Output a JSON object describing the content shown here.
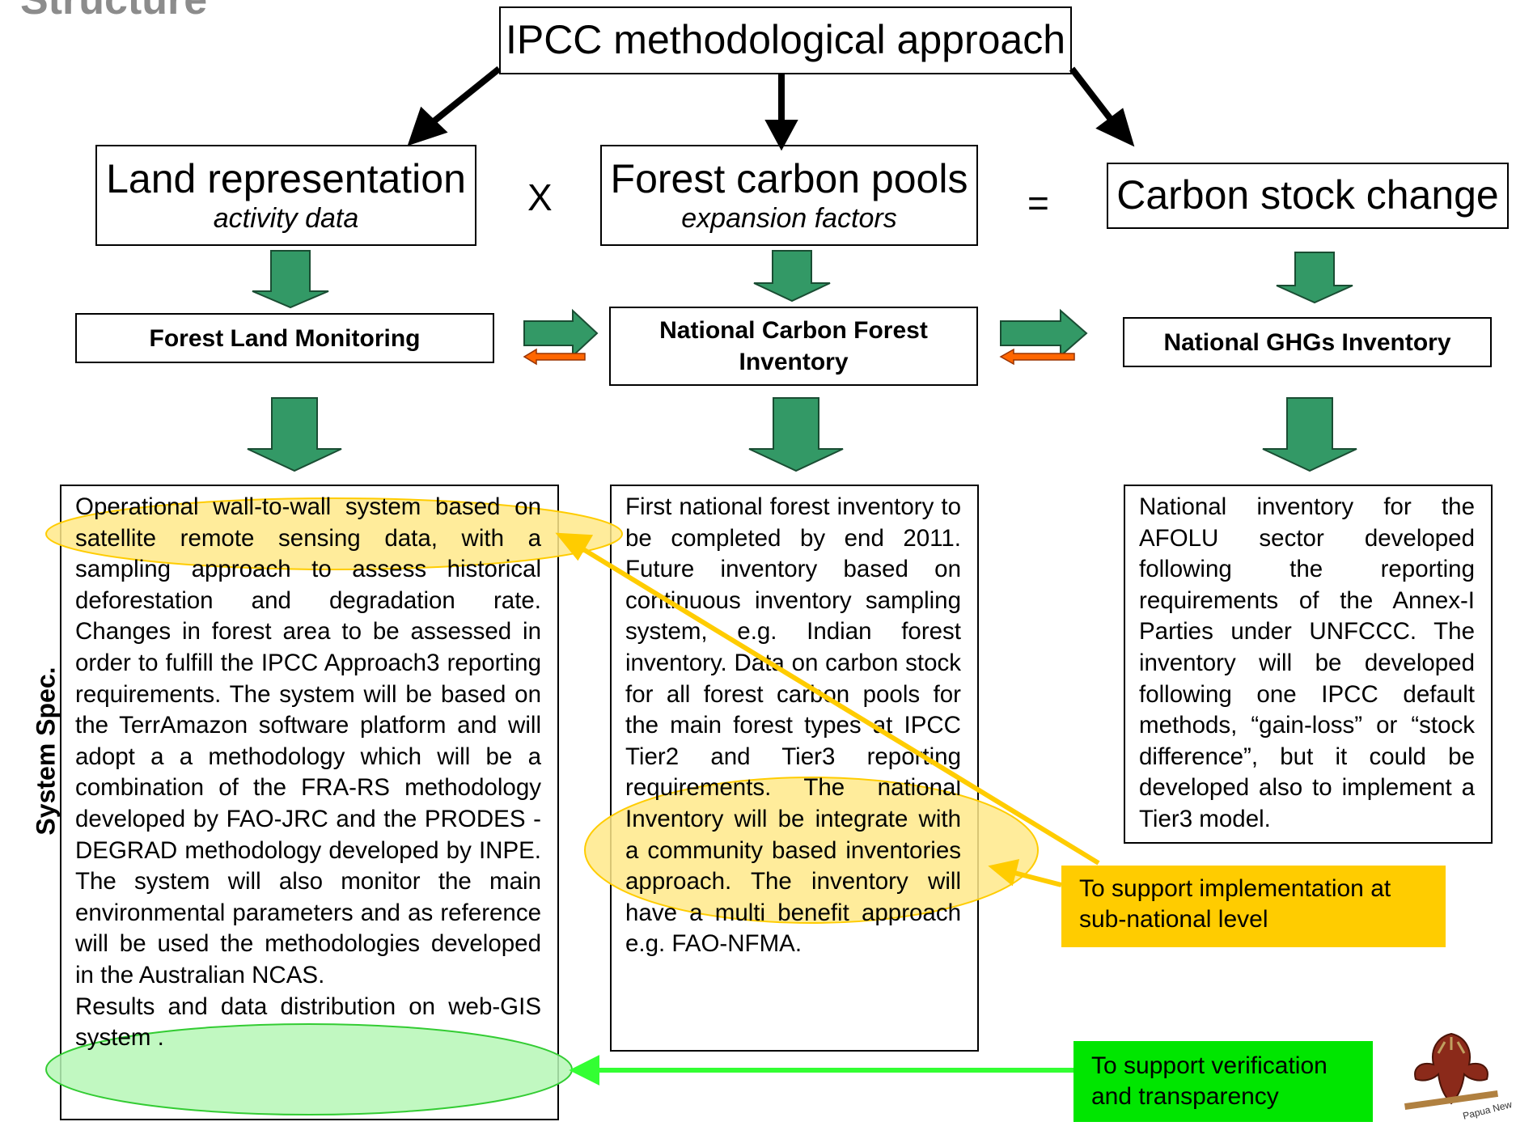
{
  "header": {
    "partial_title": "Structure"
  },
  "top": {
    "title": "IPCC methodological approach"
  },
  "row1": {
    "land": {
      "title": "Land representation",
      "subtitle": "activity data"
    },
    "times": "X",
    "pools": {
      "title": "Forest carbon pools",
      "subtitle": "expansion factors"
    },
    "equals": "=",
    "change": {
      "title": "Carbon stock change"
    }
  },
  "row2": {
    "flm": "Forest Land Monitoring",
    "ncfi_line1": "National Carbon Forest",
    "ncfi_line2": "Inventory",
    "ghg": "National GHGs Inventory"
  },
  "side_label": "System Spec.",
  "descriptions": {
    "flm_main": "Operational wall-to-wall system based on satellite remote sensing data, with a sampling approach to assess historical deforestation and degradation rate. Changes in forest area to be assessed in order to fulfill the IPCC Approach3 reporting requirements. The system will be based on the TerrAmazon software platform and will adopt a a methodology which will be a combination of the FRA-RS methodology developed by FAO-JRC and the  PRODES - DEGRAD methodology developed by INPE. The system will also monitor the main environmental parameters and as reference will be used the methodologies developed in the Australian NCAS.",
    "flm_extra": "Results and data distribution on web-GIS system .",
    "ncfi": "First national forest inventory to be completed by end 2011. Future inventory based on continuous inventory sampling system, e.g. Indian forest inventory. Data on carbon stock for all forest carbon pools for the main forest types at IPCC Tier2 and Tier3 reporting requirements. The national Inventory will be integrate with a community based inventories approach. The inventory will have a multi benefit approach e.g. FAO-NFMA.",
    "ghg": "National inventory for the AFOLU sector developed following the reporting requirements of the Annex-I Parties under UNFCCC. The inventory will be developed following one IPCC default methods, “gain-loss” or “stock difference”, but it could be developed also to implement a Tier3 model."
  },
  "callouts": {
    "subnational": "To support implementation at sub-national level",
    "verification": "To support verification and transparency"
  },
  "logo": {
    "caption": "Papua New Guinea"
  },
  "colors": {
    "green_arrow": "#339966",
    "orange_arrow": "#ff6600",
    "yellow_highlight": "#ffcc00",
    "green_highlight": "#33ff33",
    "yellow_callout": "#ffcc00",
    "green_callout": "#00e600"
  }
}
